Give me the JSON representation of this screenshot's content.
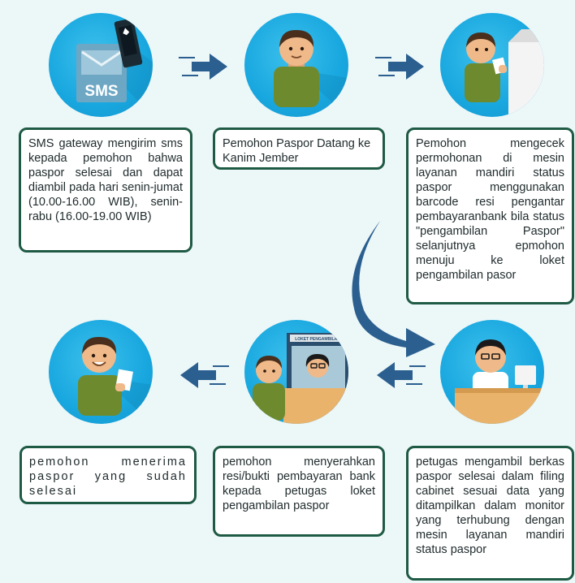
{
  "steps": [
    {
      "id": 1,
      "icon": "sms-phone-icon",
      "sms_label": "SMS",
      "text": "SMS gateway mengirim sms kepada pemohon bahwa paspor selesai dan dapat diambil pada hari senin-jumat (10.00-16.00 WIB), senin-rabu (16.00-19.00 WIB)"
    },
    {
      "id": 2,
      "icon": "applicant-icon",
      "text": "Pemohon Paspor Datang ke Kanim Jember"
    },
    {
      "id": 3,
      "icon": "self-service-kiosk-icon",
      "text": "Pemohon mengecek permohonan di mesin layanan mandiri status paspor menggunakan barcode resi pengantar pembayaranbank bila status \"pengambilan Paspor\" selanjutnya epmohon menuju ke loket pengambilan pasor"
    },
    {
      "id": 4,
      "icon": "officer-at-desk-icon",
      "text": "petugas mengambil berkas paspor selesai dalam filing cabinet sesuai data yang ditampilkan dalam monitor yang terhubung dengan mesin layanan mandiri status paspor"
    },
    {
      "id": 5,
      "icon": "pickup-counter-icon",
      "counter_sign": "LOKET PENGAMBILAN",
      "text": "pemohon menyerahkan resi/bukti pembayaran bank kepada petugas loket pengambilan paspor"
    },
    {
      "id": 6,
      "icon": "applicant-with-passport-icon",
      "text": "pemohon menerima paspor yang sudah selesai"
    }
  ],
  "colors": {
    "circle": "#18a7df",
    "arrow": "#2b5f8f",
    "box_border": "#1e5a44",
    "background": "#ecf7f8"
  }
}
